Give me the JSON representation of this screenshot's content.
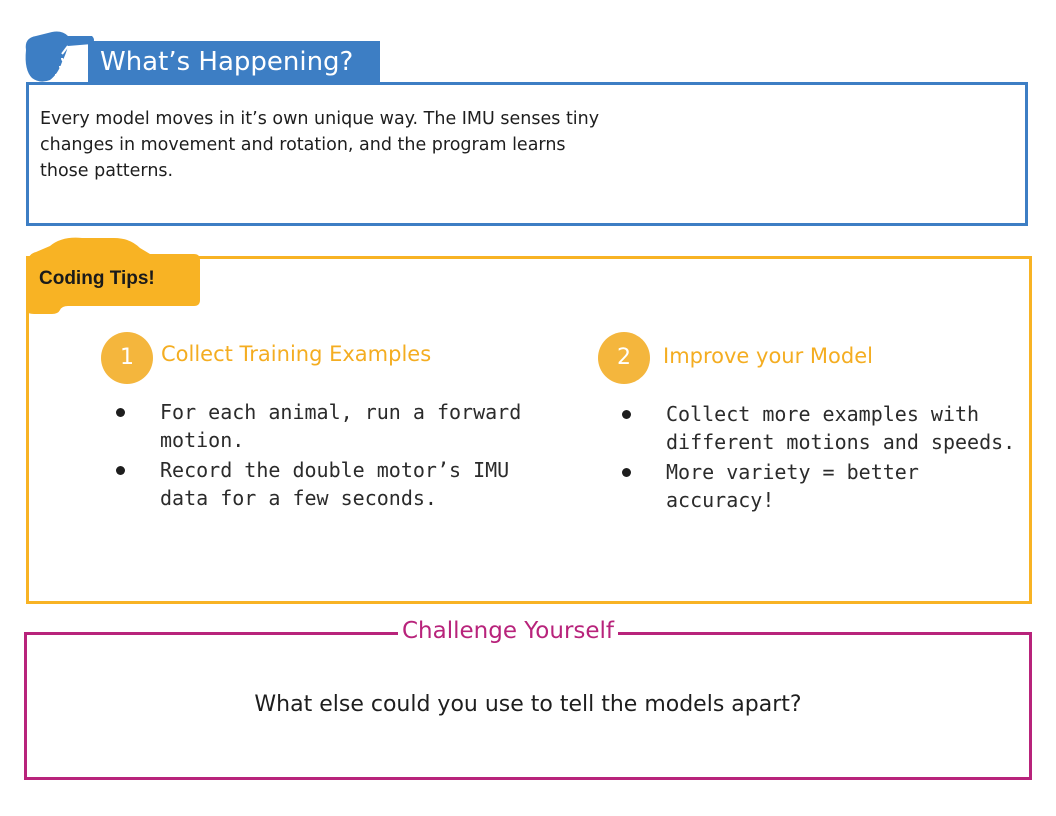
{
  "whats_happening": {
    "icon": "pointing-hand-icon",
    "title": "What’s Happening?",
    "body": "Every model moves in it’s own unique way. The IMU senses tiny changes in movement and rotation, and the program learns those patterns.",
    "color": "#3d7ec4"
  },
  "coding_tips": {
    "title": "Coding Tips!",
    "color": "#f8b324",
    "tips": [
      {
        "number": "1",
        "heading": "Collect Training Examples",
        "bullets": [
          "For each animal, run a forward motion.",
          "Record the double motor’s IMU data for a few seconds."
        ]
      },
      {
        "number": "2",
        "heading": "Improve your Model",
        "bullets": [
          "Collect more examples with different motions and speeds.",
          "More variety = better accuracy!"
        ]
      }
    ]
  },
  "challenge": {
    "title": "Challenge Yourself",
    "question": "What else could you use to tell the models apart?",
    "color": "#b8237b"
  }
}
